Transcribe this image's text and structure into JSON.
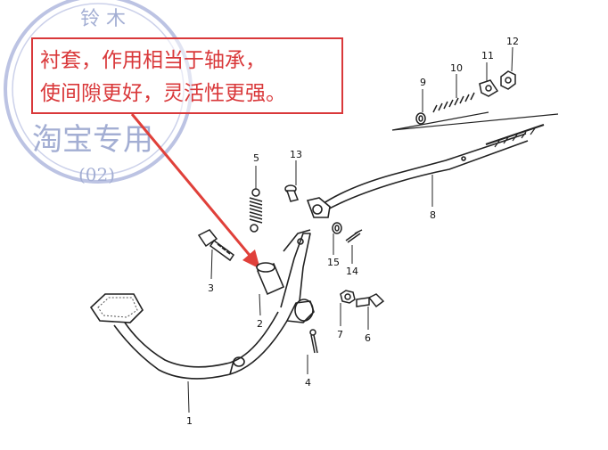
{
  "watermark": {
    "line1": "铃 木",
    "line2": "淘宝专用",
    "line3": "(02)",
    "color": "#9aa6cf"
  },
  "callout": {
    "line1": "衬套，作用相当于轴承，",
    "line2": "使间隙更好，灵活性更强。",
    "color": "#d9383a"
  },
  "parts": [
    {
      "num": "1"
    },
    {
      "num": "2"
    },
    {
      "num": "3"
    },
    {
      "num": "4"
    },
    {
      "num": "5"
    },
    {
      "num": "6"
    },
    {
      "num": "7"
    },
    {
      "num": "8"
    },
    {
      "num": "9"
    },
    {
      "num": "10"
    },
    {
      "num": "11"
    },
    {
      "num": "12"
    },
    {
      "num": "13"
    },
    {
      "num": "14"
    },
    {
      "num": "15"
    }
  ]
}
